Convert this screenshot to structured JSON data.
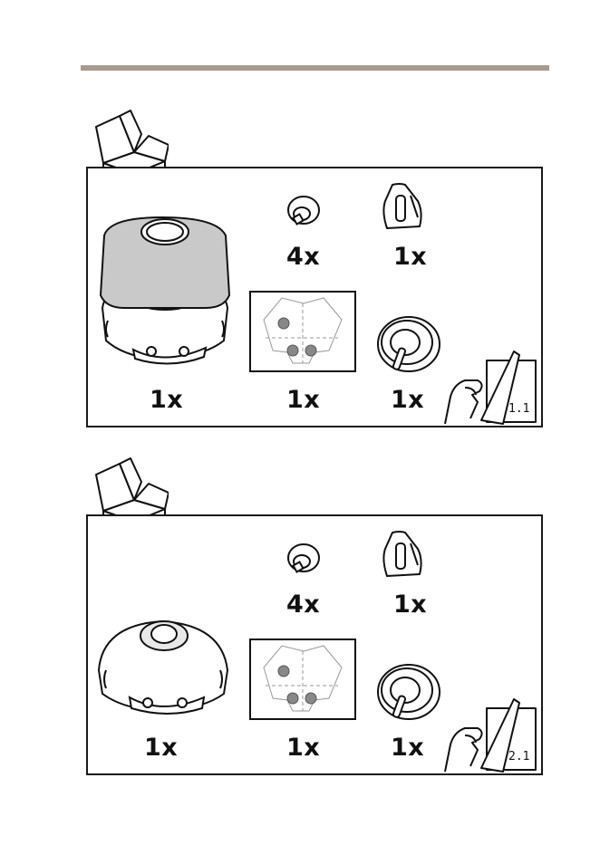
{
  "panels": [
    {
      "step_label": "1.1",
      "items": [
        {
          "name": "camera-with-cover",
          "quantity": "1x"
        },
        {
          "name": "screw",
          "quantity": "4x"
        },
        {
          "name": "tool-bit",
          "quantity": "1x"
        },
        {
          "name": "drill-template",
          "quantity": "1x"
        },
        {
          "name": "cable-gasket",
          "quantity": "1x"
        }
      ]
    },
    {
      "step_label": "2.1",
      "items": [
        {
          "name": "camera",
          "quantity": "1x"
        },
        {
          "name": "screw",
          "quantity": "4x"
        },
        {
          "name": "tool-bit",
          "quantity": "1x"
        },
        {
          "name": "drill-template",
          "quantity": "1x"
        },
        {
          "name": "cable-gasket",
          "quantity": "1x"
        }
      ]
    }
  ]
}
